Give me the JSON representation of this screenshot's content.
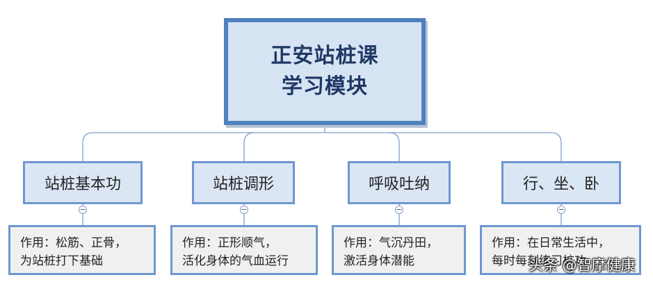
{
  "root": {
    "line1": "正安站桩课",
    "line2": "学习模块"
  },
  "branches": [
    {
      "label": "站桩基本功",
      "desc": [
        "作用：松筋、正骨，",
        "为站桩打下基础"
      ]
    },
    {
      "label": "站桩调形",
      "desc": [
        "作用：正形顺气，",
        "活化身体的气血运行"
      ]
    },
    {
      "label": "呼吸吐纳",
      "desc": [
        "作用：气沉丹田，",
        "激活身体潜能"
      ]
    },
    {
      "label": "行、坐、卧",
      "desc": [
        "作用：在日常生活中，",
        "每时每刻练习桩功"
      ]
    }
  ],
  "collapse_symbol": "−",
  "watermark": "头条 @智摩健康",
  "colors": {
    "root_border": "#4f81bd",
    "root_fill": "#d6e3f3",
    "box_border": "#6d97d2",
    "connector": "#7f9fc9"
  }
}
